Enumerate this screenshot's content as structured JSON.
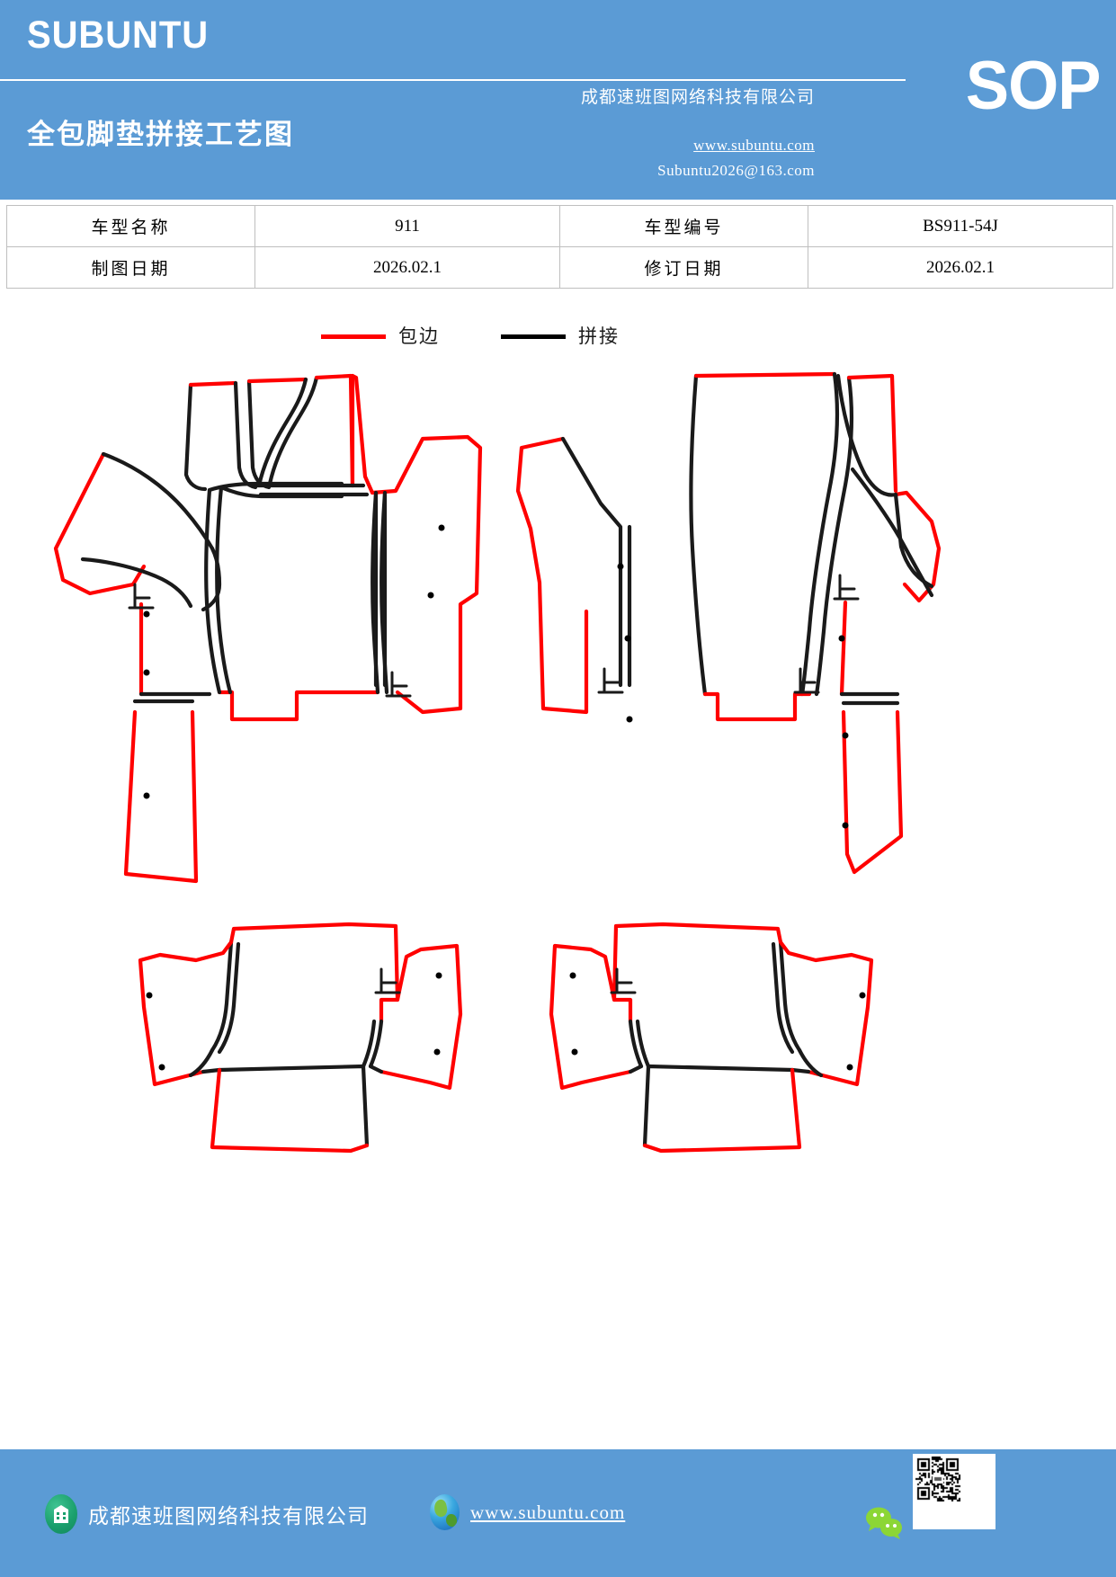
{
  "header": {
    "brand": "SUBUNTU",
    "doc_title": "全包脚垫拼接工艺图",
    "sop_badge": "SOP",
    "company": "成都速班图网络科技有限公司",
    "website": "www.subuntu.com",
    "email": "Subuntu2026@163.com",
    "bg_color": "#5b9bd5"
  },
  "info_table": {
    "rows": [
      {
        "label_1": "车型名称",
        "value_1": "911",
        "label_2": "车型编号",
        "value_2": "BS911-54J"
      },
      {
        "label_1": "制图日期",
        "value_1": "2026.02.1",
        "label_2": "修订日期",
        "value_2": "2026.02.1"
      }
    ]
  },
  "legend": {
    "items": [
      {
        "label": "包边",
        "color": "#ff0000",
        "icon": "line-swatch-icon"
      },
      {
        "label": "拼接",
        "color": "#000000",
        "icon": "line-swatch-icon"
      }
    ]
  },
  "drawing": {
    "description": "全包脚垫拼接工艺图 - 裁片轮廓图",
    "binding_color": "#ff0000",
    "splice_color": "#1a1a1a",
    "orientation_mark": "上",
    "panel_groups": [
      {
        "name": "front-left-assembly",
        "marks": [
          "上",
          "上"
        ]
      },
      {
        "name": "front-right-assembly",
        "marks": [
          "上",
          "上"
        ]
      },
      {
        "name": "rear-left-assembly",
        "marks": [
          "上"
        ]
      },
      {
        "name": "rear-right-assembly",
        "marks": [
          "上"
        ]
      }
    ]
  },
  "footer": {
    "company": "成都速班图网络科技有限公司",
    "website": "www.subuntu.com",
    "company_icon": "building-icon",
    "web_icon": "globe-icon",
    "wechat_icon": "wechat-icon",
    "qr_label": "qr-code",
    "bg_color": "#5b9bd5"
  }
}
